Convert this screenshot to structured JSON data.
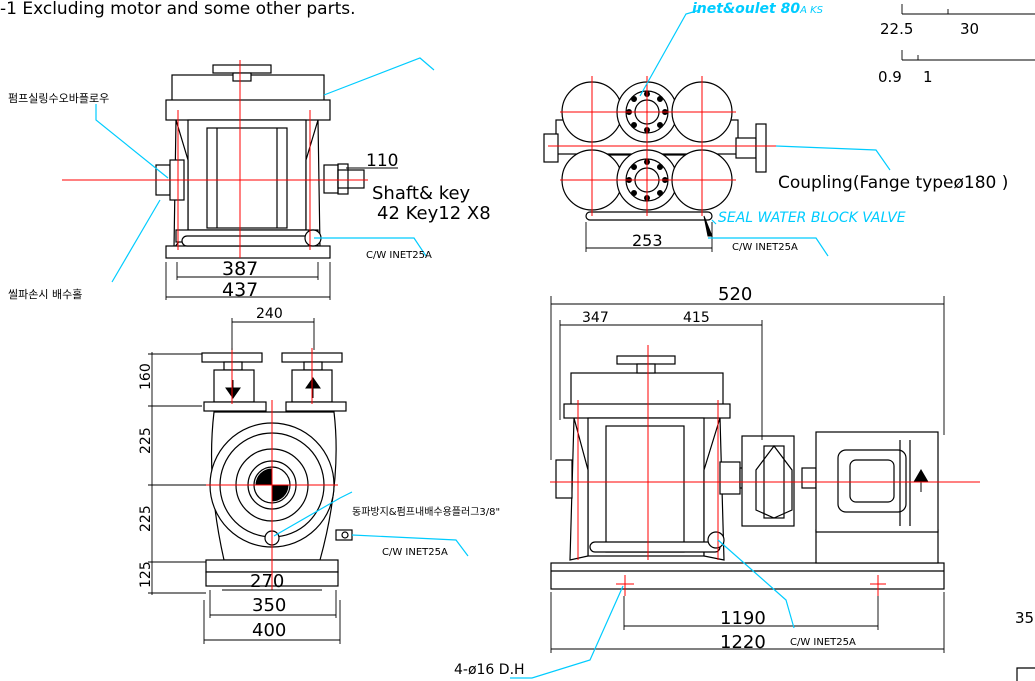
{
  "note_top": "-1 Excluding motor and some other parts.",
  "labels": {
    "pump_sealing_overflow": "펌프실링수오바플로우",
    "seal_drain_hole": "씰파손시 배수홀",
    "anti_freeze_plug": "동파방지&펌프내배수용플러그3/8\"",
    "inlet_outlet": "inet&oulet  80",
    "inlet_outlet_suffix": "A KS",
    "coupling": "Coupling(Fange typeø180 )",
    "seal_valve": "SEAL WATER BLOCK VALVE",
    "shaft_key_line1": "Shaft& key",
    "shaft_key_line2": "42  Key12 X8",
    "cw_inlet_1": "C/W INET25A",
    "cw_inlet_2": "C/W INET25A",
    "cw_inlet_3": "C/W INET25A",
    "cw_inlet_4": "C/W INET25A",
    "anchor_holes": "4-ø16 D.H"
  },
  "dims": {
    "d110": "110",
    "d387": "387",
    "d437": "437",
    "d253": "253",
    "d240": "240",
    "d160": "160",
    "d225a": "225",
    "d225b": "225",
    "d125": "125",
    "d270": "270",
    "d350": "350",
    "d400": "400",
    "d1520": "520",
    "d347": "347",
    "d415": "415",
    "d1190": "1190",
    "d1220": "1220"
  },
  "scale": {
    "tick_a": "22.5",
    "tick_b": "30",
    "tick_c": "0.9",
    "tick_d": "1",
    "corner_num": "35"
  },
  "colors": {
    "centerline": "#ff0000",
    "leader": "#00ccff",
    "outline": "#000000"
  }
}
